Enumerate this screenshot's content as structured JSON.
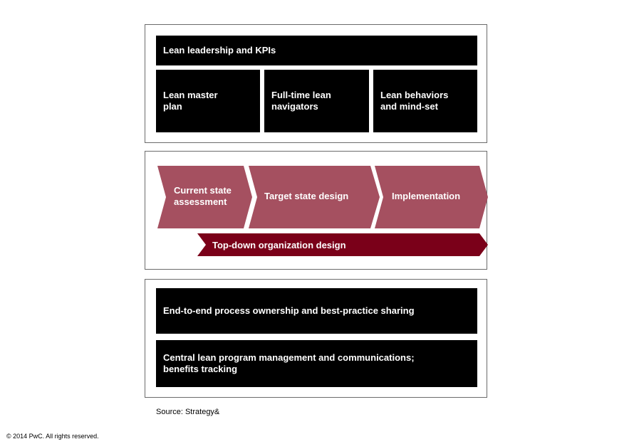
{
  "frame1": {
    "leadership": "Lean leadership and KPIs",
    "master_plan": "Lean master\nplan",
    "navigators": "Full-time lean\nnavigators",
    "behaviors": "Lean behaviors\nand mind-set"
  },
  "frame2": {
    "current_state": "Current state\nassessment",
    "target_state": "Target state design",
    "implementation": "Implementation",
    "top_down": "Top-down organization design"
  },
  "frame3": {
    "ownership": "End-to-end process ownership and best-practice sharing",
    "central": "Central lean program management and communications;\nbenefits tracking"
  },
  "source": "Source: Strategy&",
  "copyright": "© 2014 PwC. All rights reserved.",
  "colors": {
    "box": "#000000",
    "chevron": "#a55060",
    "topdown": "#7a0019"
  }
}
